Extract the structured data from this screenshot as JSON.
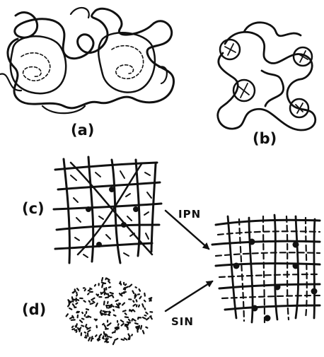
{
  "panels": {
    "a": {
      "label": "(a)"
    },
    "b": {
      "label": "(b)"
    },
    "c": {
      "label": "(c)"
    },
    "d": {
      "label": "(d)"
    }
  },
  "arrows": {
    "upper": {
      "label": "IPN"
    },
    "lower": {
      "label": "SIN"
    }
  },
  "colors": {
    "ink": "#111111",
    "background": "#ffffff"
  }
}
